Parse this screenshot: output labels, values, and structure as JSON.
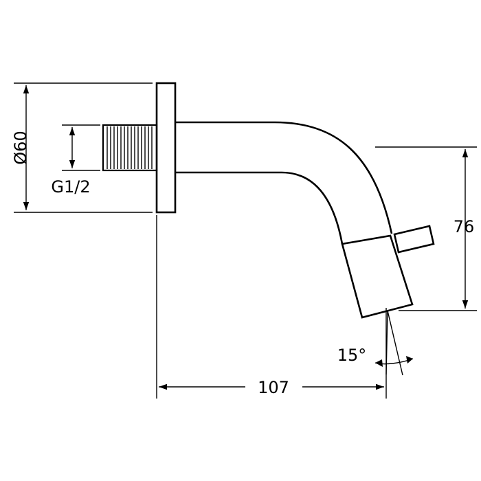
{
  "dimensions": {
    "flange_diameter": "Ø60",
    "thread": "G1/2",
    "spout_height": "76",
    "spout_projection": "107",
    "outlet_angle": "15°"
  }
}
